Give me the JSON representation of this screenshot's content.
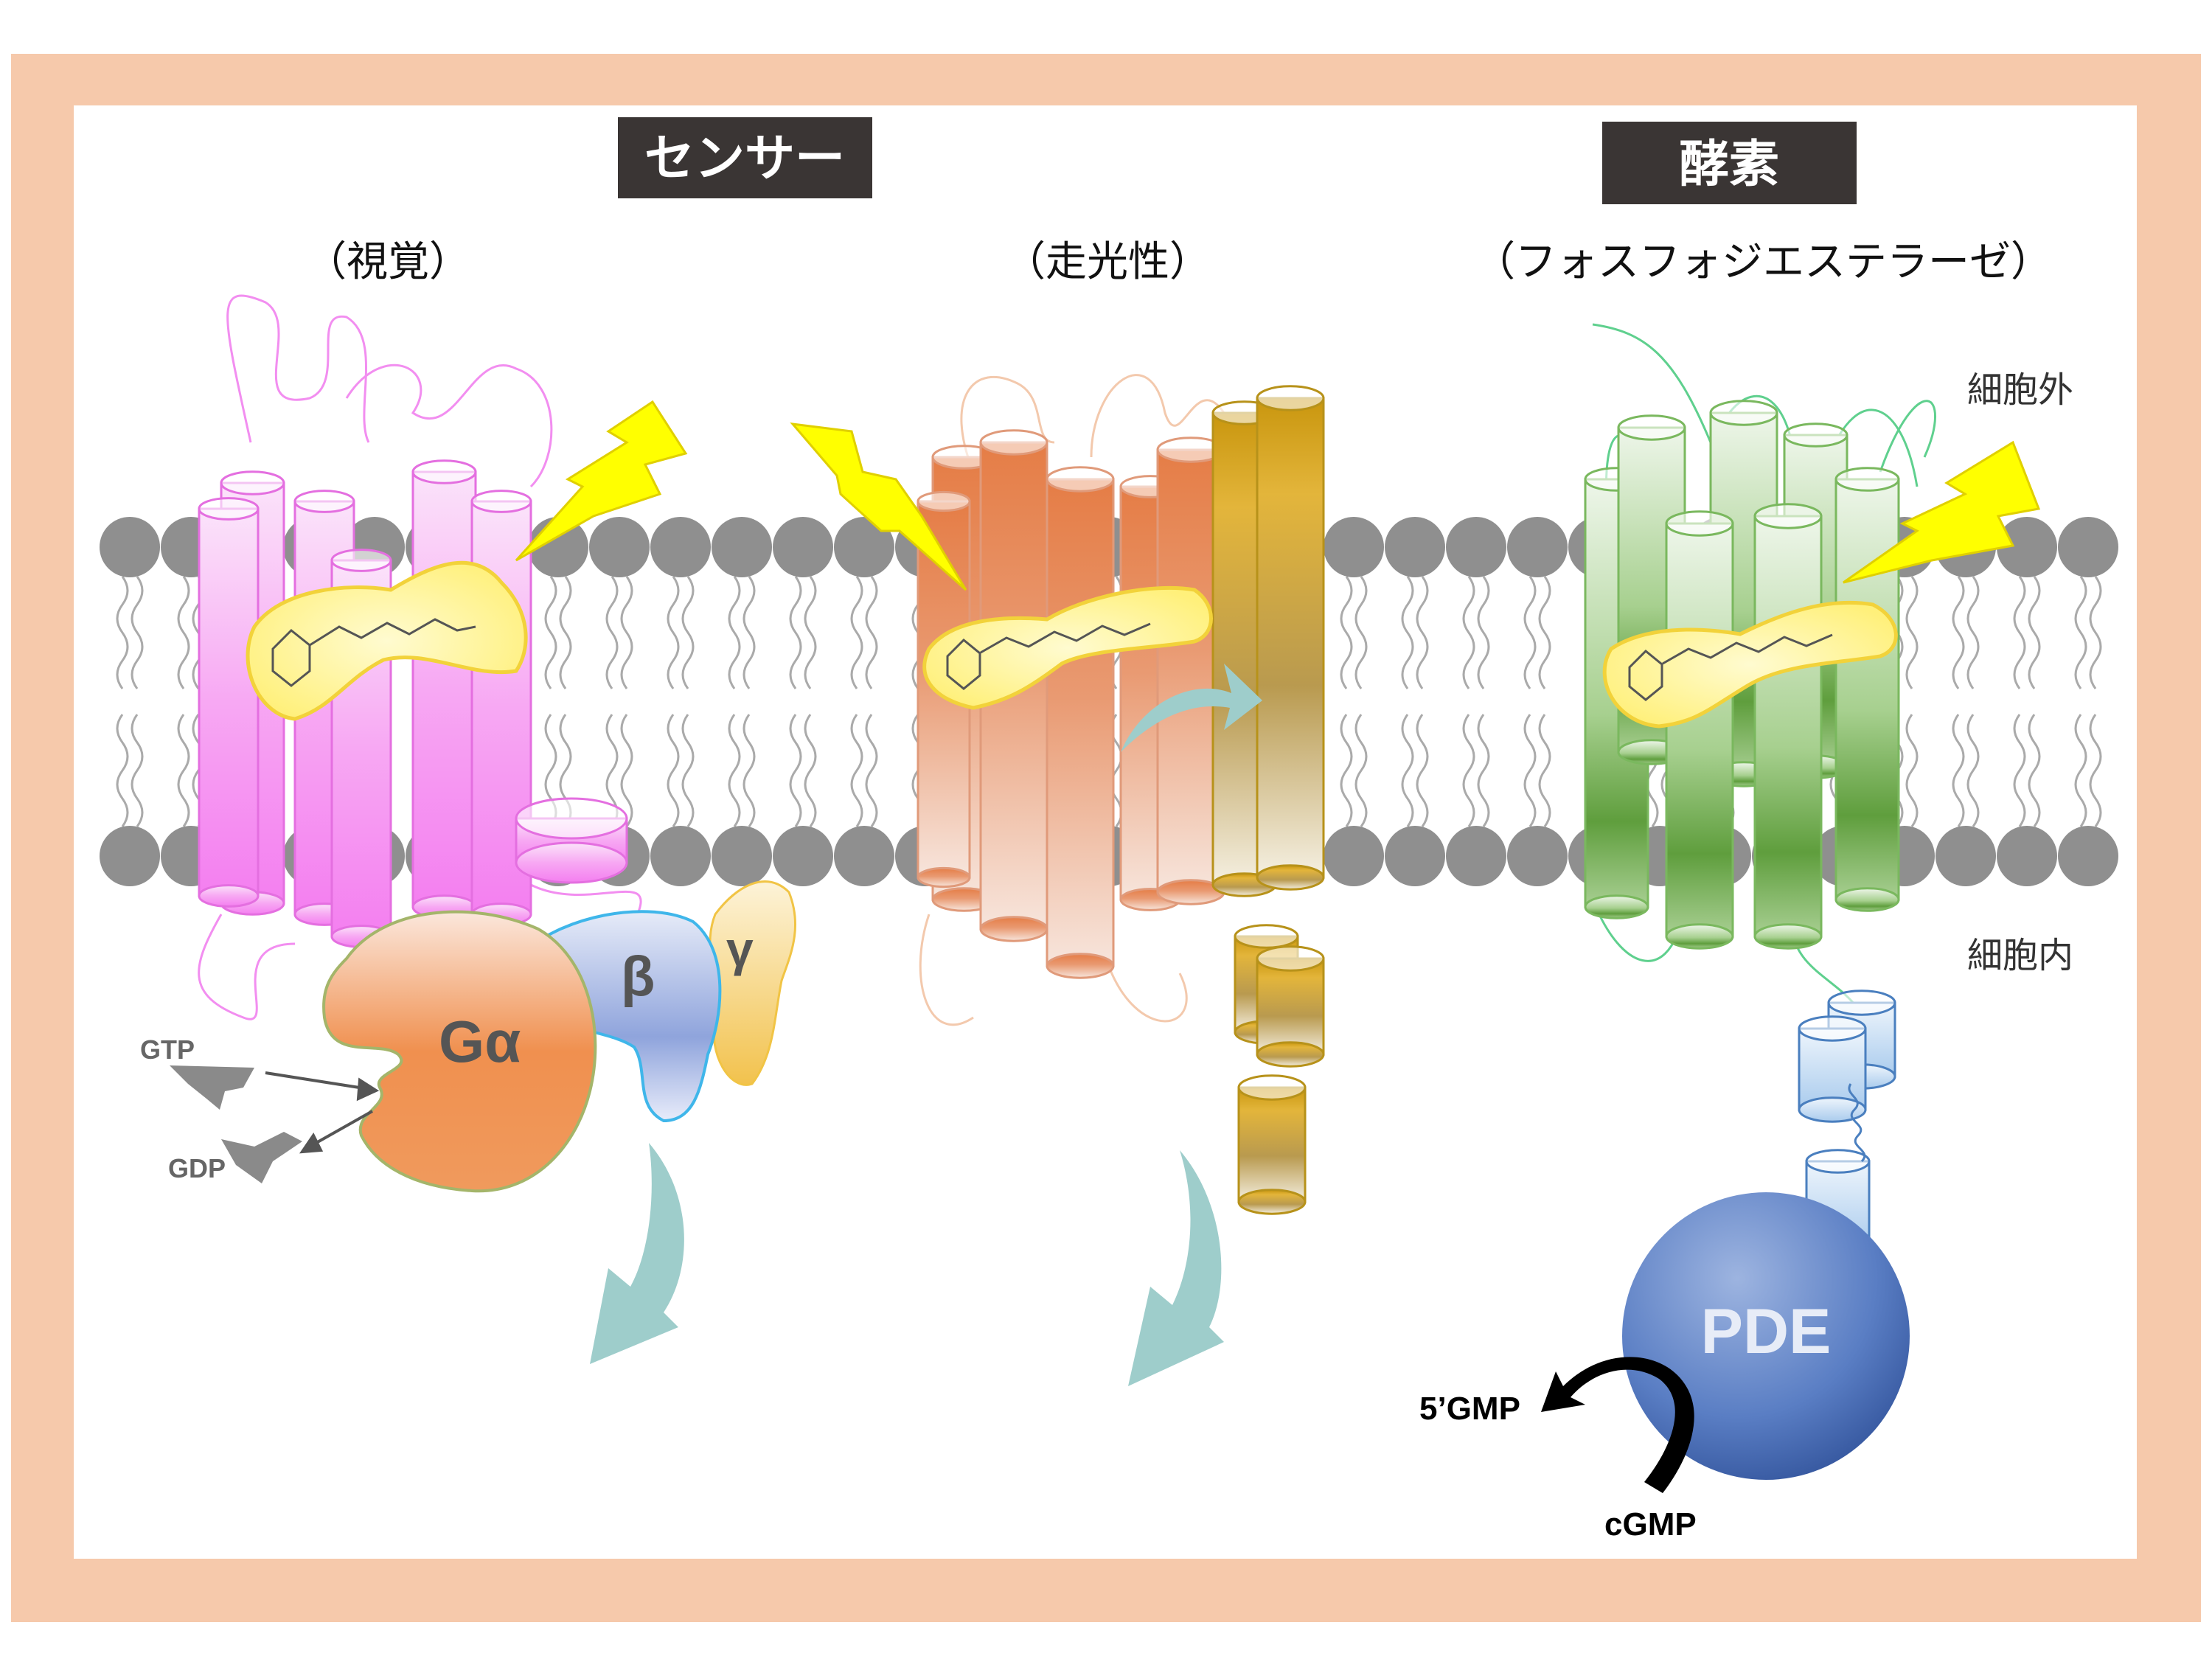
{
  "headers": {
    "sensor": "センサー",
    "enzyme": "酵素"
  },
  "subtitles": {
    "vision": "（視覚）",
    "phototaxis": "（走光性）",
    "pde": "（フォスフォジエステラーゼ）"
  },
  "side_labels": {
    "extracellular": "細胞外",
    "intracellular": "細胞内"
  },
  "g_protein": {
    "alpha": "Gα",
    "beta": "β",
    "gamma": "γ",
    "gtp": "GTP",
    "gdp": "GDP"
  },
  "enzyme": {
    "pde": "PDE",
    "product": "5’GMP",
    "substrate": "cGMP"
  },
  "colors": {
    "frame": "#f6c9ab",
    "header_box": "#3a3534",
    "lipid_head": "#8f8f8f",
    "rhodopsin": "#f47ff0",
    "phototaxis_orange": "#e98a55",
    "phototaxis_gold": "#c99b1d",
    "pde_green": "#6aa84f",
    "pde_blue": "#3c63a8",
    "retinal": "#ffec55",
    "lightning": "#ffff00",
    "signal_arrow": "#9ecdcb"
  }
}
